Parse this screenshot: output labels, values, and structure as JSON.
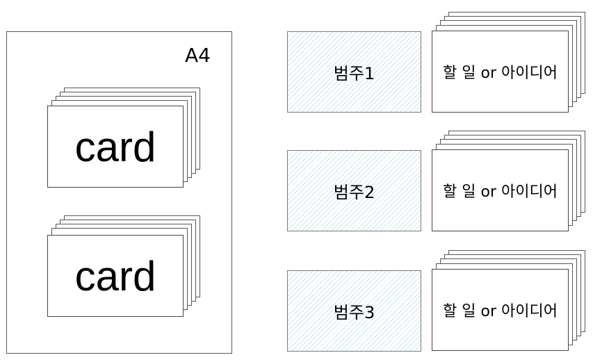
{
  "sheet": {
    "label": "A4"
  },
  "cards": [
    {
      "label": "card"
    },
    {
      "label": "card"
    }
  ],
  "categories": [
    {
      "label": "범주1",
      "task_label": "할 일 or 아이디어"
    },
    {
      "label": "범주2",
      "task_label": "할 일 or 아이디어"
    },
    {
      "label": "범주3",
      "task_label": "할 일 or 아이디어"
    }
  ],
  "colors": {
    "hatch": "#cfe5ef",
    "border": "#555555"
  }
}
